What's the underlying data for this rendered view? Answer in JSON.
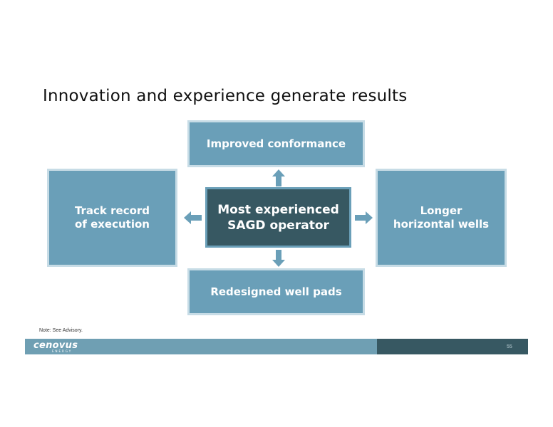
{
  "slide": {
    "title": "Innovation and experience generate results",
    "note": "Note:  See Advisory.",
    "page_number": "55"
  },
  "diagram": {
    "center": "Most experienced\nSAGD operator",
    "top": "Improved conformance",
    "left": "Track record\nof execution",
    "right": "Longer\nhorizontal wells",
    "bottom": "Redesigned well pads"
  },
  "footer": {
    "logo_text": "cenovus",
    "logo_subtext": "ENERGY"
  },
  "colors": {
    "box_fill": "#6a9fb8",
    "box_border": "#c7dce6",
    "center_fill": "#375862",
    "footer_light": "#6f9fb3",
    "footer_dark": "#375862"
  }
}
